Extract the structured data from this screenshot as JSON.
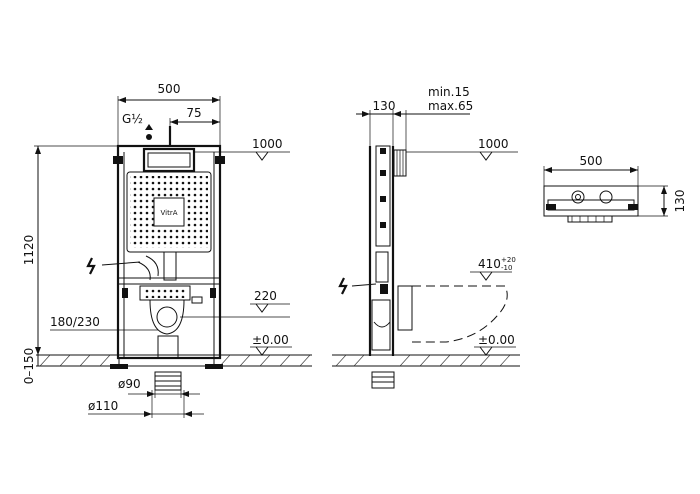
{
  "front_view": {
    "width": "500",
    "offset": "75",
    "pipe_thread": "G½",
    "height_total": "1120",
    "flush_height": "1000",
    "outlet_height": "220",
    "floor_level": "±0.00",
    "drain_range": "180/230",
    "floor_range": "0–150",
    "pipe_small": "ø90",
    "pipe_large": "ø110",
    "plate_brand": "VitrA"
  },
  "side_view": {
    "depth": "130",
    "wall_min": "min.15",
    "wall_max": "max.65",
    "flush_height": "1000",
    "bowl_height": "410",
    "bowl_tol_plus": "+20",
    "bowl_tol_minus": "-10",
    "floor_level": "±0.00"
  },
  "top_view": {
    "width": "500",
    "depth": "130"
  }
}
